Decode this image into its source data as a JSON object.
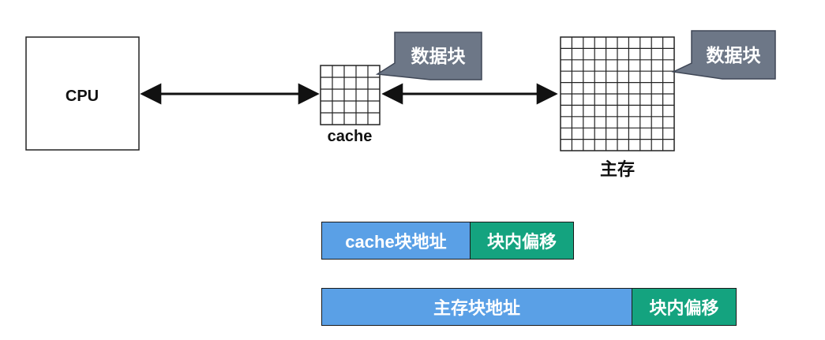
{
  "diagram": {
    "cpu_label": "CPU",
    "cache_label": "cache",
    "memory_label": "主存",
    "callout_cache": "数据块",
    "callout_memory": "数据块",
    "cache_grid": {
      "rows": 5,
      "cols": 5
    },
    "memory_grid": {
      "rows": 10,
      "cols": 10
    }
  },
  "address_formats": {
    "cache": {
      "block_address": "cache块地址",
      "offset": "块内偏移"
    },
    "memory": {
      "block_address": "主存块地址",
      "offset": "块内偏移"
    }
  },
  "colors": {
    "block_address": "#5aa0e6",
    "offset": "#14a37f",
    "callout": "#6d7787",
    "line": "#111111"
  }
}
